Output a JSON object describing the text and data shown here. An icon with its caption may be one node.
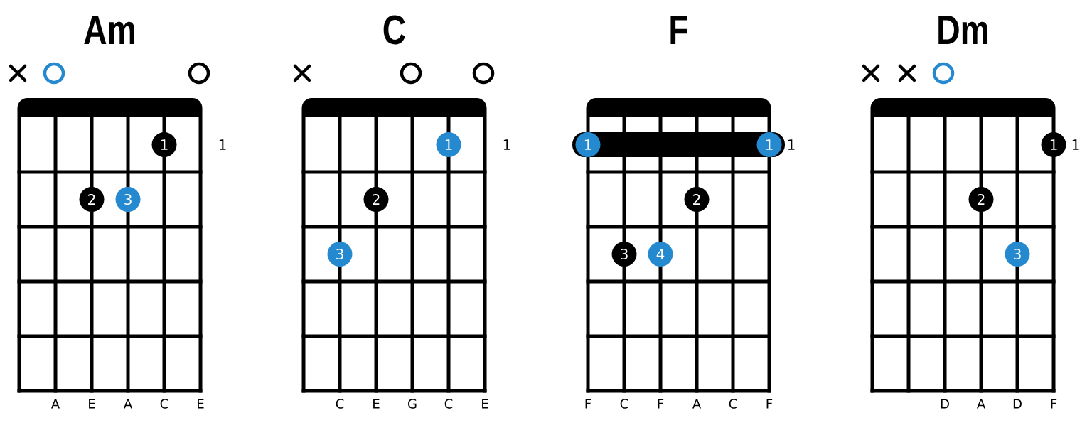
{
  "diagram": {
    "nodes": [
      {
        "text": [
          "Am"
        ]
      },
      {
        "text": [
          "1"
        ],
        "in": 0
      },
      {
        "text": [
          "2"
        ],
        "in": 0
      },
      {
        "text": [
          "3"
        ],
        "in": 0
      },
      {
        "text": [
          "C"
        ]
      },
      {
        "text": [
          "1"
        ],
        "in": 4
      },
      {
        "text": [
          "2"
        ],
        "in": 4
      },
      {
        "text": [
          "3"
        ],
        "in": 4
      },
      {
        "text": [
          "F"
        ]
      },
      {
        "text": [
          "1"
        ],
        "in": 8
      },
      {
        "text": [
          "1"
        ],
        "in": 8
      },
      {
        "text": [
          "2"
        ],
        "in": 8
      },
      {
        "text": [
          "3"
        ],
        "in": 8
      },
      {
        "text": [
          "4"
        ],
        "in": 8
      },
      {
        "text": [
          "Dm"
        ]
      },
      {
        "text": [
          "1"
        ],
        "in": 14
      },
      {
        "text": [
          "2"
        ],
        "in": 14
      },
      {
        "text": [
          "3"
        ],
        "in": 14
      }
    ],
    "labels": [
      "1",
      "1",
      "1",
      "1",
      "A",
      "E",
      "A",
      "C",
      "E",
      "C",
      "E",
      "G",
      "C",
      "E",
      "F",
      "C",
      "F",
      "A",
      "C",
      "F",
      "D",
      "A",
      "D",
      "F"
    ]
  }
}
